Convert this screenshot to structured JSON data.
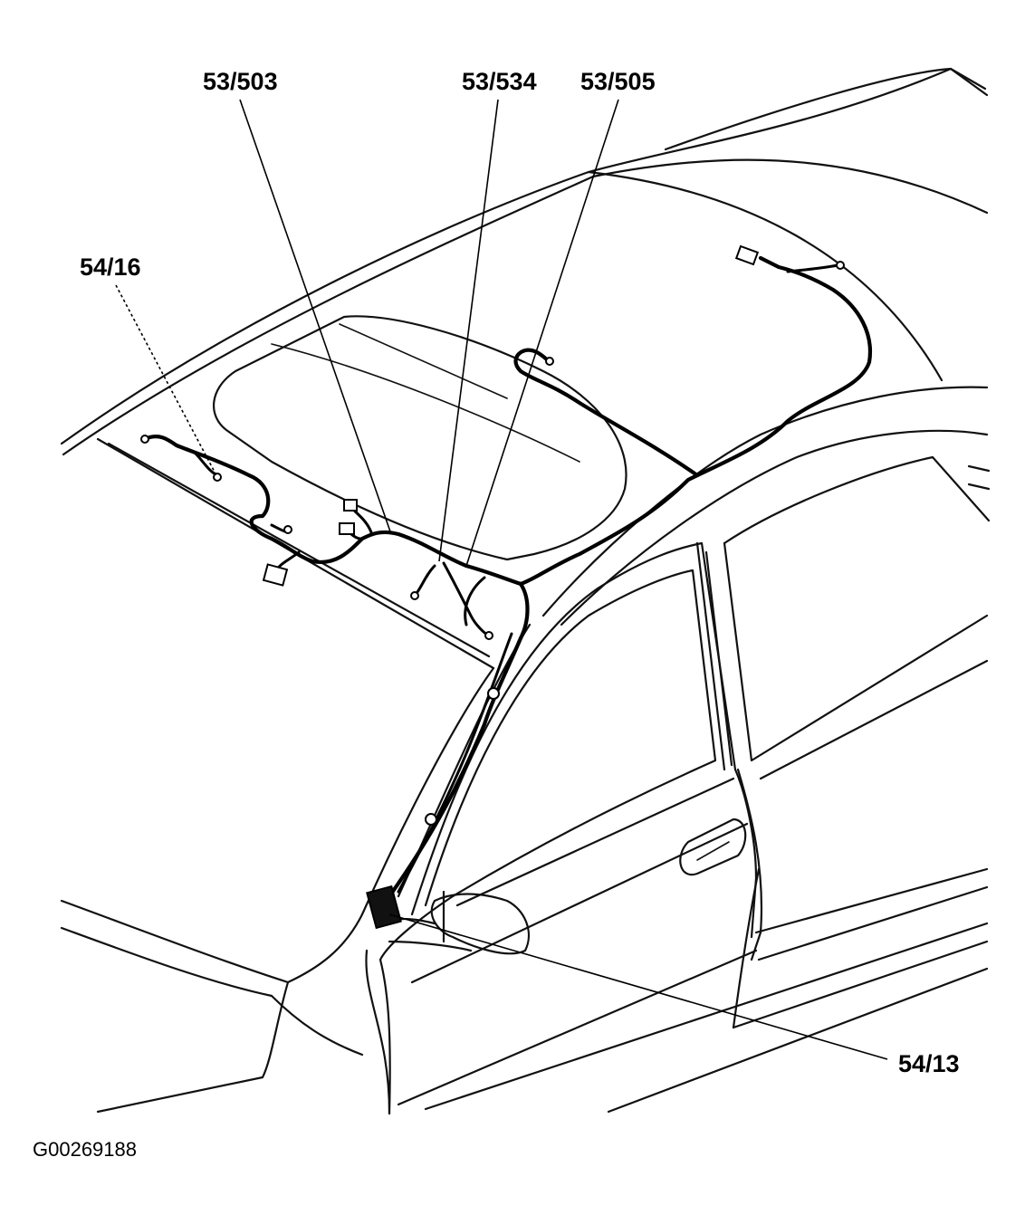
{
  "callouts": {
    "c1": "53/503",
    "c2": "53/534",
    "c3": "53/505",
    "c4": "54/16",
    "c5": "54/13"
  },
  "figure_id": "G00269188"
}
